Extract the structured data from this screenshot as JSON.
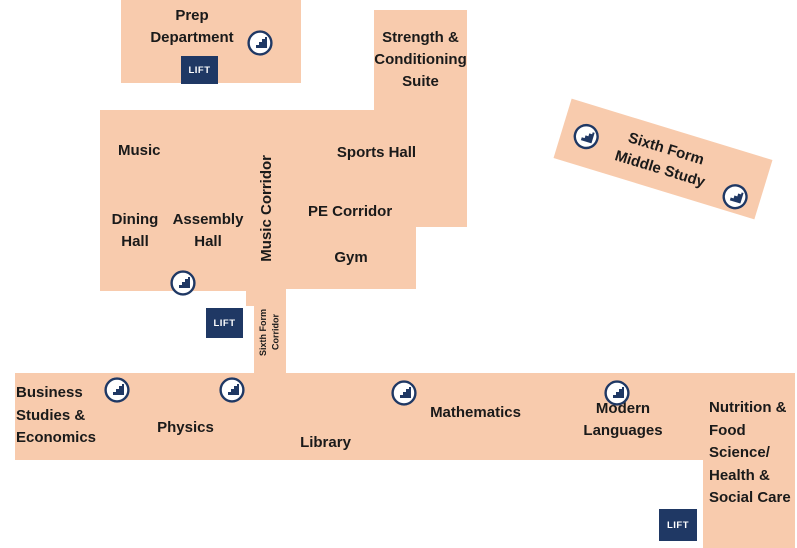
{
  "colors": {
    "room_fill": "#F8CBAD",
    "navy": "#1F3864",
    "label_text": "#1A1A1A",
    "lift_text": "#FFFFFF",
    "background": "#FFFFFF"
  },
  "map": {
    "lift_label": "LIFT",
    "stairs_icon": "stairs-icon",
    "rooms": {
      "prep": "Prep\nDepartment",
      "strength": "Strength &\nConditioning\nSuite",
      "music": "Music",
      "music_corridor": "Music Corridor",
      "sports_hall": "Sports Hall",
      "pe_corridor": "PE Corridor",
      "gym": "Gym",
      "dining_hall": "Dining\nHall",
      "assembly_hall": "Assembly\nHall",
      "sixth_form_middle_study": "Sixth Form\nMiddle Study",
      "sixth_form_corridor": "Sixth Form\nCorridor",
      "business": "Business\nStudies &\nEconomics",
      "physics": "Physics",
      "library": "Library",
      "mathematics": "Mathematics",
      "modern_languages": "Modern\nLanguages",
      "nutrition": "Nutrition &\nFood\nScience/\nHealth &\nSocial Care"
    }
  }
}
